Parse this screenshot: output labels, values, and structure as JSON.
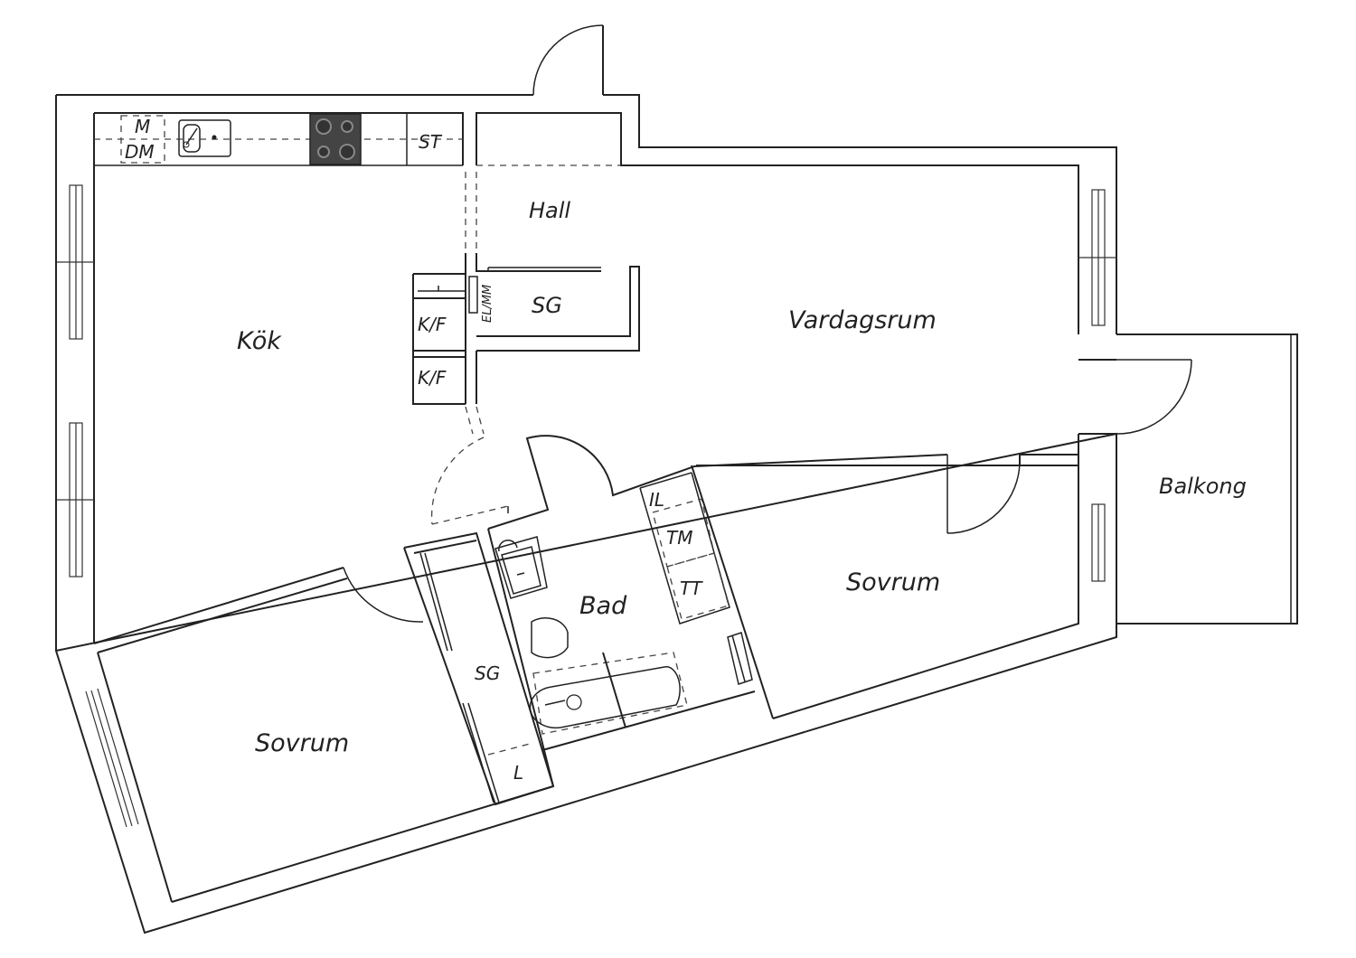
{
  "rooms": {
    "kok": "Kök",
    "hall": "Hall",
    "vardagsrum": "Vardagsrum",
    "balkong": "Balkong",
    "bad": "Bad",
    "sovrum_right": "Sovrum",
    "sovrum_left": "Sovrum"
  },
  "fixtures": {
    "m": "M",
    "dm": "DM",
    "st": "ST",
    "sg_hall": "SG",
    "sg_sovrum": "SG",
    "el_mm": "EL/MM",
    "kf_upper": "K/F",
    "kf_lower": "K/F",
    "il": "IL",
    "tm": "TM",
    "tt": "TT",
    "l": "L"
  },
  "colors": {
    "wall": "#222222",
    "stove": "#444444",
    "background": "#ffffff"
  }
}
